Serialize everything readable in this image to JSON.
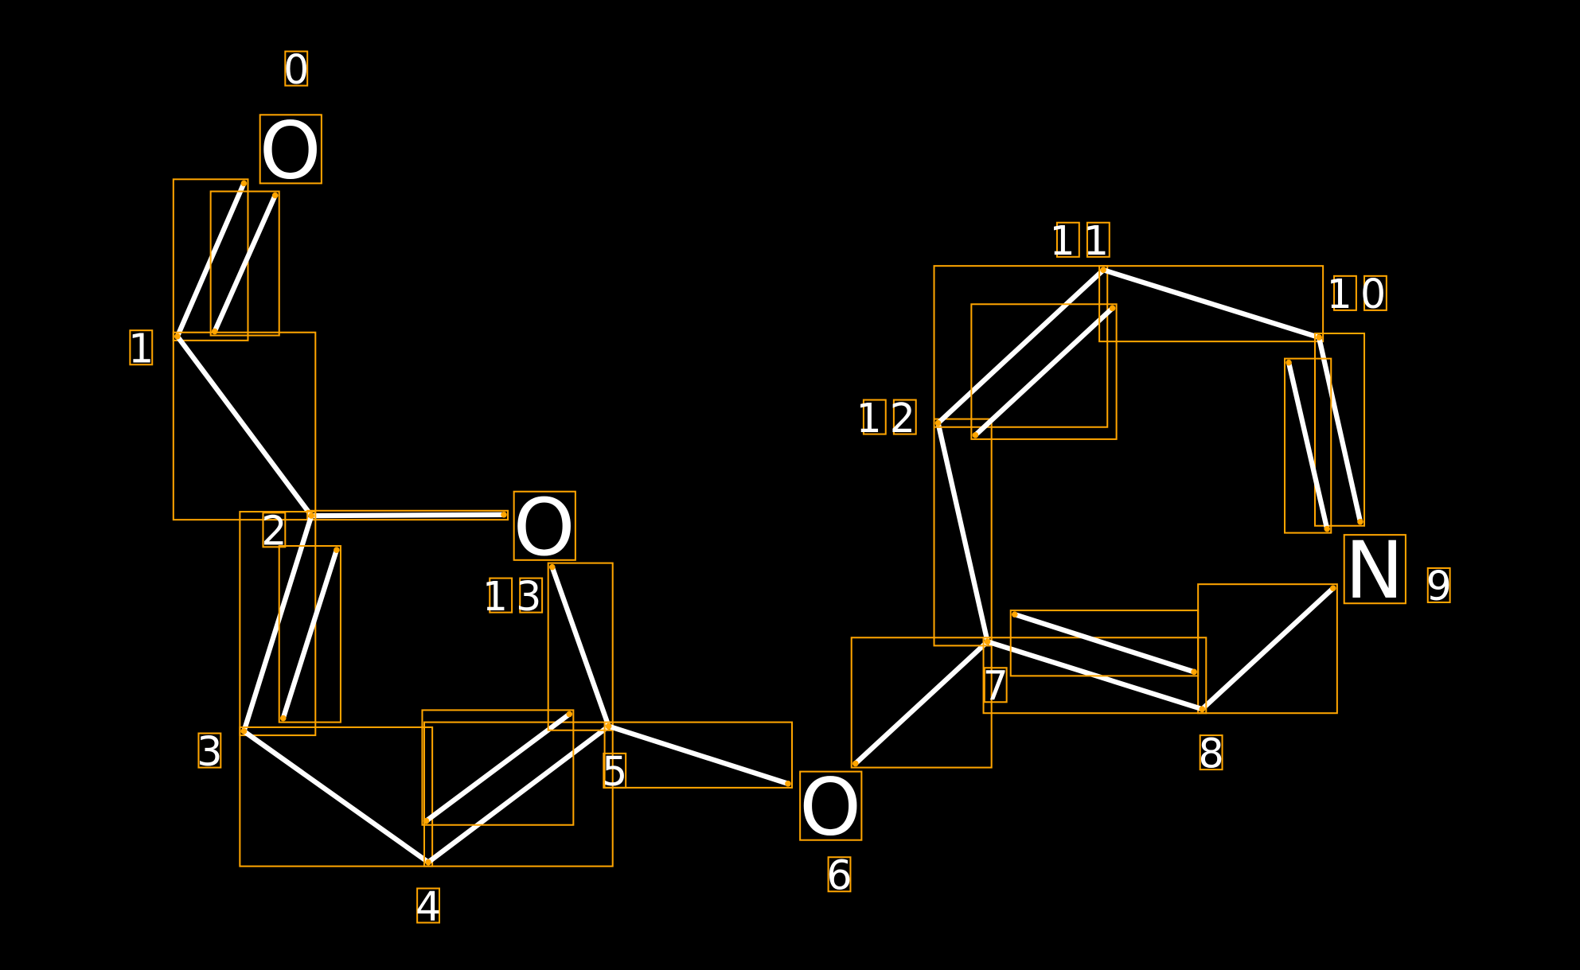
{
  "colors": {
    "background": "#000000",
    "bond": "#ffffff",
    "box": "#FFA500"
  },
  "atoms": [
    {
      "index": "0",
      "symbol": "O"
    },
    {
      "index": "1",
      "symbol": ""
    },
    {
      "index": "2",
      "symbol": ""
    },
    {
      "index": "3",
      "symbol": ""
    },
    {
      "index": "4",
      "symbol": ""
    },
    {
      "index": "5",
      "symbol": ""
    },
    {
      "index": "6",
      "symbol": "O"
    },
    {
      "index": "7",
      "symbol": ""
    },
    {
      "index": "8",
      "symbol": ""
    },
    {
      "index": "9",
      "symbol": "N"
    },
    {
      "index": "10",
      "symbol": ""
    },
    {
      "index": "11",
      "symbol": ""
    },
    {
      "index": "12",
      "symbol": ""
    },
    {
      "index": "13",
      "symbol": "O"
    }
  ],
  "bonds": [
    {
      "from": 0,
      "to": 1,
      "order": 2
    },
    {
      "from": 1,
      "to": 2,
      "order": 1
    },
    {
      "from": 2,
      "to": 13,
      "order": 1
    },
    {
      "from": 2,
      "to": 3,
      "order": 2
    },
    {
      "from": 3,
      "to": 4,
      "order": 1
    },
    {
      "from": 4,
      "to": 5,
      "order": 2
    },
    {
      "from": 5,
      "to": 13,
      "order": 1
    },
    {
      "from": 5,
      "to": 6,
      "order": 1
    },
    {
      "from": 6,
      "to": 7,
      "order": 1
    },
    {
      "from": 7,
      "to": 12,
      "order": 1
    },
    {
      "from": 12,
      "to": 11,
      "order": 2
    },
    {
      "from": 11,
      "to": 10,
      "order": 1
    },
    {
      "from": 10,
      "to": 9,
      "order": 2
    },
    {
      "from": 9,
      "to": 8,
      "order": 1
    },
    {
      "from": 8,
      "to": 7,
      "order": 2
    }
  ]
}
